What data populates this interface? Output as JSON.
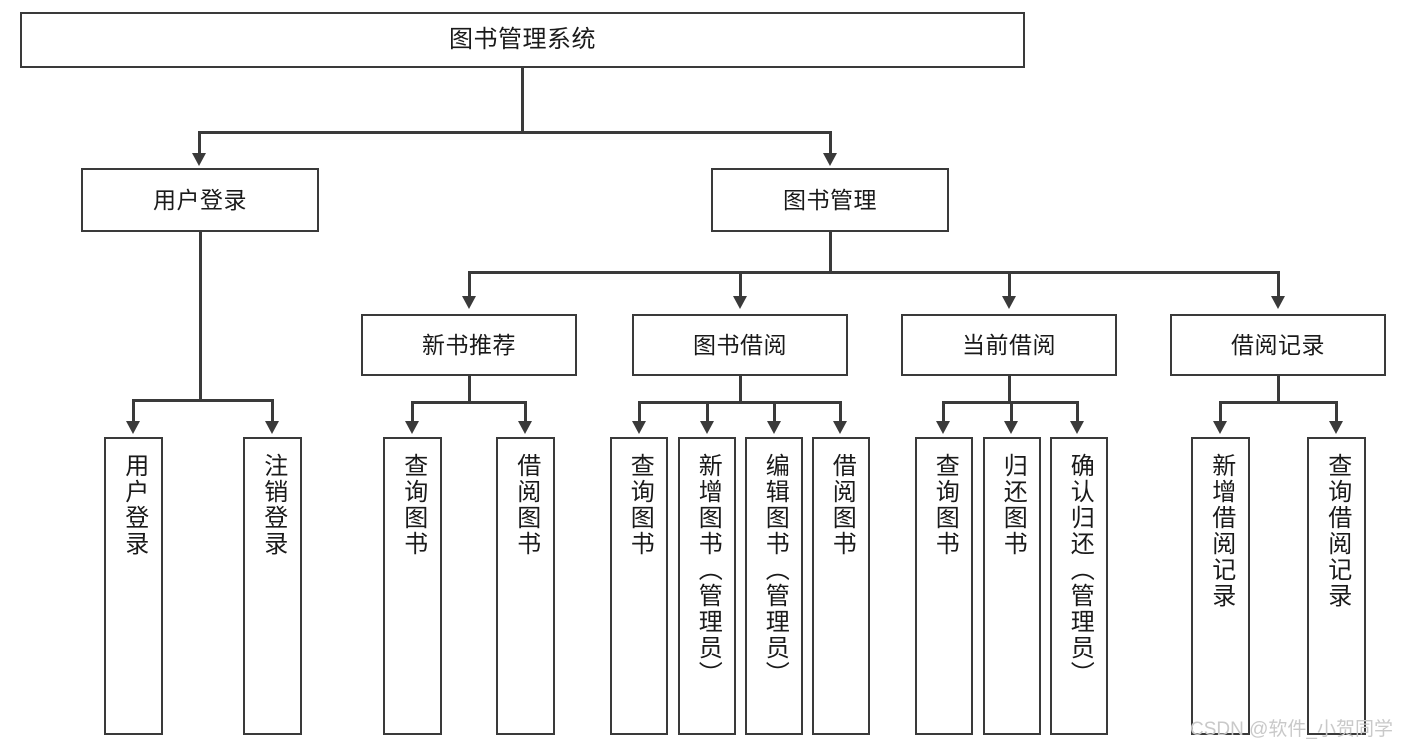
{
  "diagram": {
    "title": "图书管理系统",
    "type": "tree-hierarchy-chart",
    "root": {
      "label": "图书管理系统"
    },
    "level2": [
      {
        "label": "用户登录"
      },
      {
        "label": "图书管理"
      }
    ],
    "level3": [
      {
        "label": "新书推荐"
      },
      {
        "label": "图书借阅"
      },
      {
        "label": "当前借阅"
      },
      {
        "label": "借阅记录"
      }
    ],
    "leaves": {
      "user_login": [
        {
          "label": "用户登录"
        },
        {
          "label": "注销登录"
        }
      ],
      "new_book_recommend": [
        {
          "label": "查询图书"
        },
        {
          "label": "借阅图书"
        }
      ],
      "book_borrow": [
        {
          "label": "查询图书"
        },
        {
          "label": "新增图书（管理员）"
        },
        {
          "label": "编辑图书（管理员）"
        },
        {
          "label": "借阅图书"
        }
      ],
      "current_borrow": [
        {
          "label": "查询图书"
        },
        {
          "label": "归还图书"
        },
        {
          "label": "确认归还（管理员）"
        }
      ],
      "borrow_record": [
        {
          "label": "新增借阅记录"
        },
        {
          "label": "查询借阅记录"
        }
      ]
    }
  },
  "watermark": {
    "text": "CSDN @软件_小贺同学"
  },
  "colors": {
    "stroke": "#3a3a3a",
    "fill": "#ffffff",
    "text": "#1a1a1a",
    "watermark": "#c9c9c9"
  }
}
